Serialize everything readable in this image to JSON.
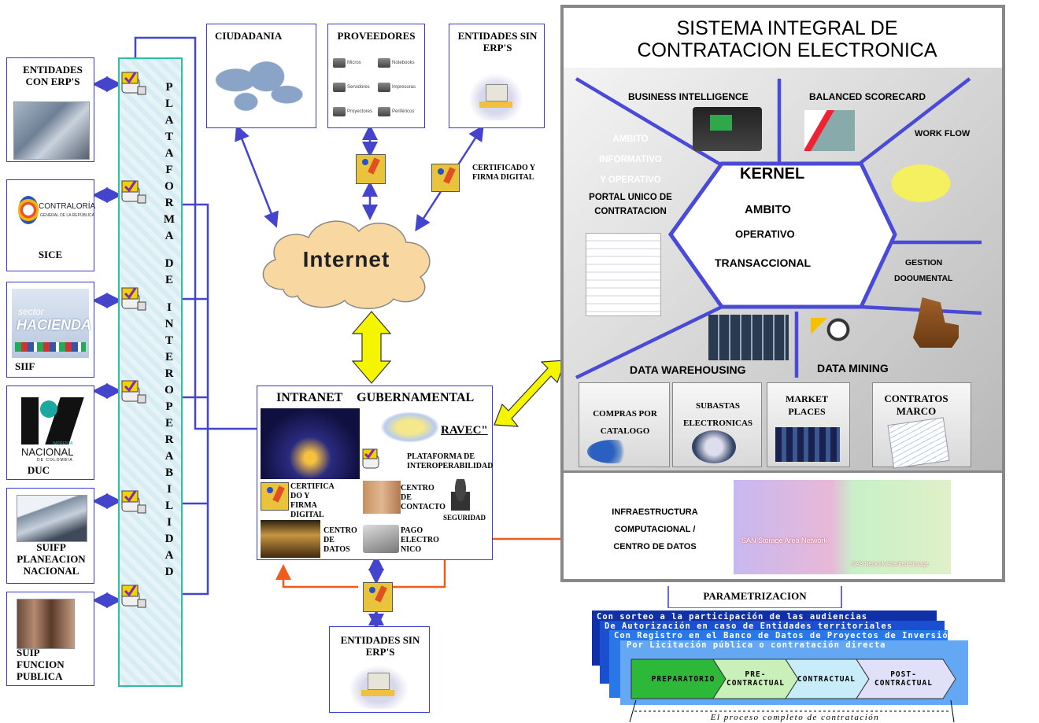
{
  "left_entities": [
    {
      "label": "ENTIDADES CON ERP'S"
    },
    {
      "label": "SICE"
    },
    {
      "label": "SIIF"
    },
    {
      "label": "DUC"
    },
    {
      "label": "SUIFP PLANEACION NACIONAL"
    },
    {
      "label": "SUIP FUNCION PUBLICA"
    }
  ],
  "logos": {
    "contraloria": "CONTRALORÍA",
    "contraloria_sub": "GENERAL DE LA REPÚBLICA",
    "sector": "sector",
    "hacienda": "HACIENDA",
    "imprenta": "IMPRENTA",
    "nacional": "NACIONAL",
    "de_colombia": "DE COLOMBIA"
  },
  "platform_letters": [
    "P",
    "L",
    "A",
    "T",
    "A",
    "F",
    "O",
    "R",
    "M",
    "A",
    "",
    "D",
    "E",
    "",
    "I",
    "N",
    "T",
    "E",
    "R",
    "O",
    "P",
    "E",
    "R",
    "A",
    "B",
    "I",
    "L",
    "I",
    "D",
    "A",
    "D"
  ],
  "top_boxes": {
    "ciudadania": "CIUDADANIA",
    "proveedores": "PROVEEDORES",
    "entidades_sin_erp": "ENTIDADES SIN ERP'S",
    "certificado": "CERTIFICADO Y FIRMA DIGITAL"
  },
  "proveedores_items": [
    "Micros",
    "Notebooks",
    "Servidores",
    "Impresoras",
    "Proyectores",
    "Periféricos"
  ],
  "internet": "Internet",
  "intranet": {
    "title": "INTRANET GUBERNAMENTAL",
    "ravec": "RAVEC\"",
    "plataforma": "PLATAFORMA DE INTEROPERABILIDAD",
    "certifica": "CERTIFICA DO Y FIRMA DIGITAL",
    "centro_contacto": "CENTRO DE CONTACTO",
    "seguridad": "SEGURIDAD",
    "centro_datos": "CENTRO DE DATOS",
    "pago": "PAGO ELECTRO NICO"
  },
  "bottom_box": "ENTIDADES SIN ERP'S",
  "system": {
    "title": "SISTEMA INTEGRAL DE CONTRATACION ELECTRONICA",
    "bi": "BUSINESS INTELLIGENCE",
    "bsc": "BALANCED SCORECARD",
    "workflow": "WORK FLOW",
    "ambito_info": [
      "AMBITO",
      "INFORMATIVO",
      "Y  OPERATIVO"
    ],
    "portal": "PORTAL UNICO DE CONTRATACION",
    "kernel": "KERNEL",
    "ambito": "AMBITO",
    "operativo": "OPERATIVO",
    "transaccional": "TRANSACCIONAL",
    "gestion": "GESTION",
    "documental": "DOOUMENTAL",
    "dwh": "DATA WAREHOUSING",
    "dm": "DATA MINING",
    "modules": [
      "COMPRAS  POR CATALOGO",
      "SUBASTAS ELECTRONICAS",
      "MARKET PLACES",
      "CONTRATOS MARCO"
    ],
    "infra": "INFRAESTRUCTURA COMPUTACIONAL / CENTRO DE DATOS",
    "infra_imgs": [
      "SAN Storage Area Network",
      "NAS Network Attached Storage"
    ]
  },
  "parametrizacion": "PARAMETRIZACION",
  "banners": [
    "Con sorteo a la participación de las audiencias",
    "De Autorización en caso de Entidades territoriales",
    "Con Registro en el Banco de Datos de Proyectos de Inversión",
    "Por Licitación pública o contratación directa"
  ],
  "stages": [
    "PREPARATORIO",
    "PRE- CONTRACTUAL",
    "CONTRACTUAL",
    "POST- CONTRACTUAL"
  ],
  "process": "El proceso completo de contratación",
  "colors": {
    "arrow_blue": "#4444cc",
    "orange": "#f05a1a",
    "yellow": "#f5f500",
    "banner_dark": "#1030a8",
    "banner_light": "#5aa0f0",
    "green": "#2db83a"
  }
}
